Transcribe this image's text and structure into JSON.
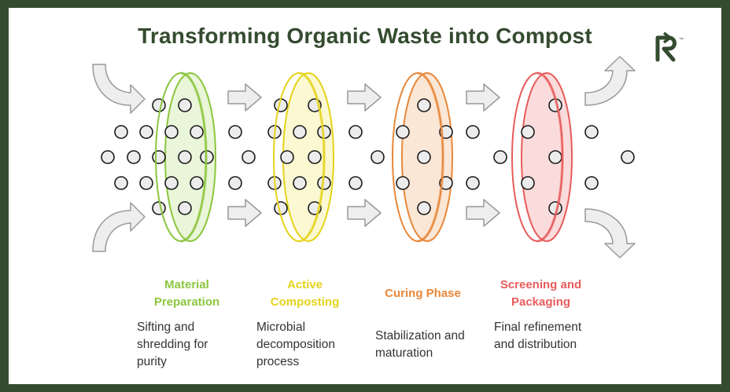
{
  "title": "Transforming Organic Waste into Compost",
  "logo": {
    "icon": "r-logo-icon",
    "mark": "™"
  },
  "colors": {
    "frame": "#344b2f",
    "title": "#344b2f",
    "arrow_fill": "#eeeeee",
    "arrow_stroke": "#999999",
    "stage1": "#8cc63f",
    "stage2": "#e5d31c",
    "stage3": "#e8883a",
    "stage4": "#e85c5c"
  },
  "stages": [
    {
      "label": "Material Preparation",
      "desc": "Sifting and shredding for purity",
      "color": "#8cc63f",
      "fill": "#eaf6d9"
    },
    {
      "label": "Active Composting",
      "desc": "Microbial decomposition process",
      "color": "#e5d31c",
      "fill": "#fbf8d2"
    },
    {
      "label": "Curing Phase",
      "desc": "Stabilization and maturation",
      "color": "#e8883a",
      "fill": "#fbe7d6"
    },
    {
      "label": "Screening and Packaging",
      "desc": "Final refinement and distribution",
      "color": "#e85c5c",
      "fill": "#fbdcdc"
    }
  ]
}
